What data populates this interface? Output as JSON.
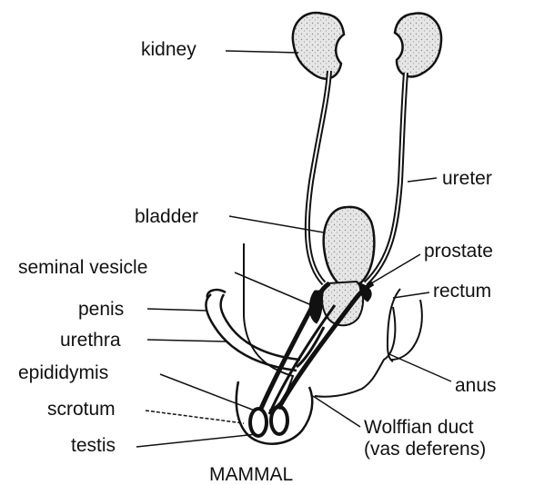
{
  "labels": {
    "kidney": "kidney",
    "ureter": "ureter",
    "bladder": "bladder",
    "prostate": "prostate",
    "seminal_vesicle": "seminal vesicle",
    "rectum": "rectum",
    "penis": "penis",
    "urethra": "urethra",
    "epididymis": "epididymis",
    "anus": "anus",
    "scrotum": "scrotum",
    "wolffian_duct": "Wolffian duct",
    "vas_deferens": "(vas deferens)",
    "testis": "testis",
    "caption": "MAMMAL"
  },
  "colors": {
    "ink": "#111111",
    "organ_fill": "#d9d9d9"
  }
}
